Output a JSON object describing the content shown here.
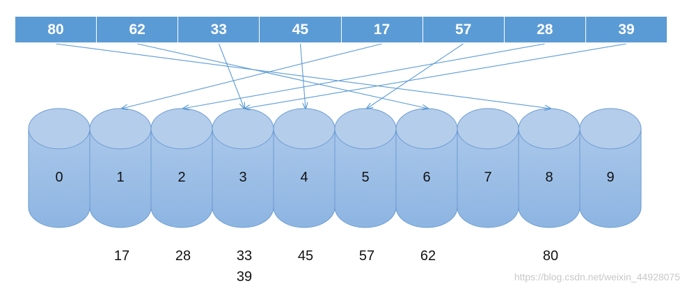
{
  "input_values": [
    "80",
    "62",
    "33",
    "45",
    "17",
    "57",
    "28",
    "39"
  ],
  "buckets": [
    {
      "label": "0",
      "contents": []
    },
    {
      "label": "1",
      "contents": [
        "17"
      ]
    },
    {
      "label": "2",
      "contents": [
        "28"
      ]
    },
    {
      "label": "3",
      "contents": [
        "33",
        "39"
      ]
    },
    {
      "label": "4",
      "contents": [
        "45"
      ]
    },
    {
      "label": "5",
      "contents": [
        "57"
      ]
    },
    {
      "label": "6",
      "contents": [
        "62"
      ]
    },
    {
      "label": "7",
      "contents": []
    },
    {
      "label": "8",
      "contents": [
        "80"
      ]
    },
    {
      "label": "9",
      "contents": []
    }
  ],
  "arrows": [
    {
      "from_value": "80",
      "to_bucket": "8"
    },
    {
      "from_value": "62",
      "to_bucket": "6"
    },
    {
      "from_value": "33",
      "to_bucket": "3"
    },
    {
      "from_value": "45",
      "to_bucket": "4"
    },
    {
      "from_value": "17",
      "to_bucket": "1"
    },
    {
      "from_value": "57",
      "to_bucket": "5"
    },
    {
      "from_value": "28",
      "to_bucket": "2"
    },
    {
      "from_value": "39",
      "to_bucket": "3"
    }
  ],
  "colors": {
    "array_fill": "#5b9bd5",
    "bucket_top": "#b4cdeb",
    "bucket_body_light": "#aac7ea",
    "bucket_body_dark": "#8db5e2",
    "bucket_stroke": "#6b9bd2",
    "arrow": "#5b9bd5"
  },
  "watermark": "https://blog.csdn.net/weixin_44928075"
}
